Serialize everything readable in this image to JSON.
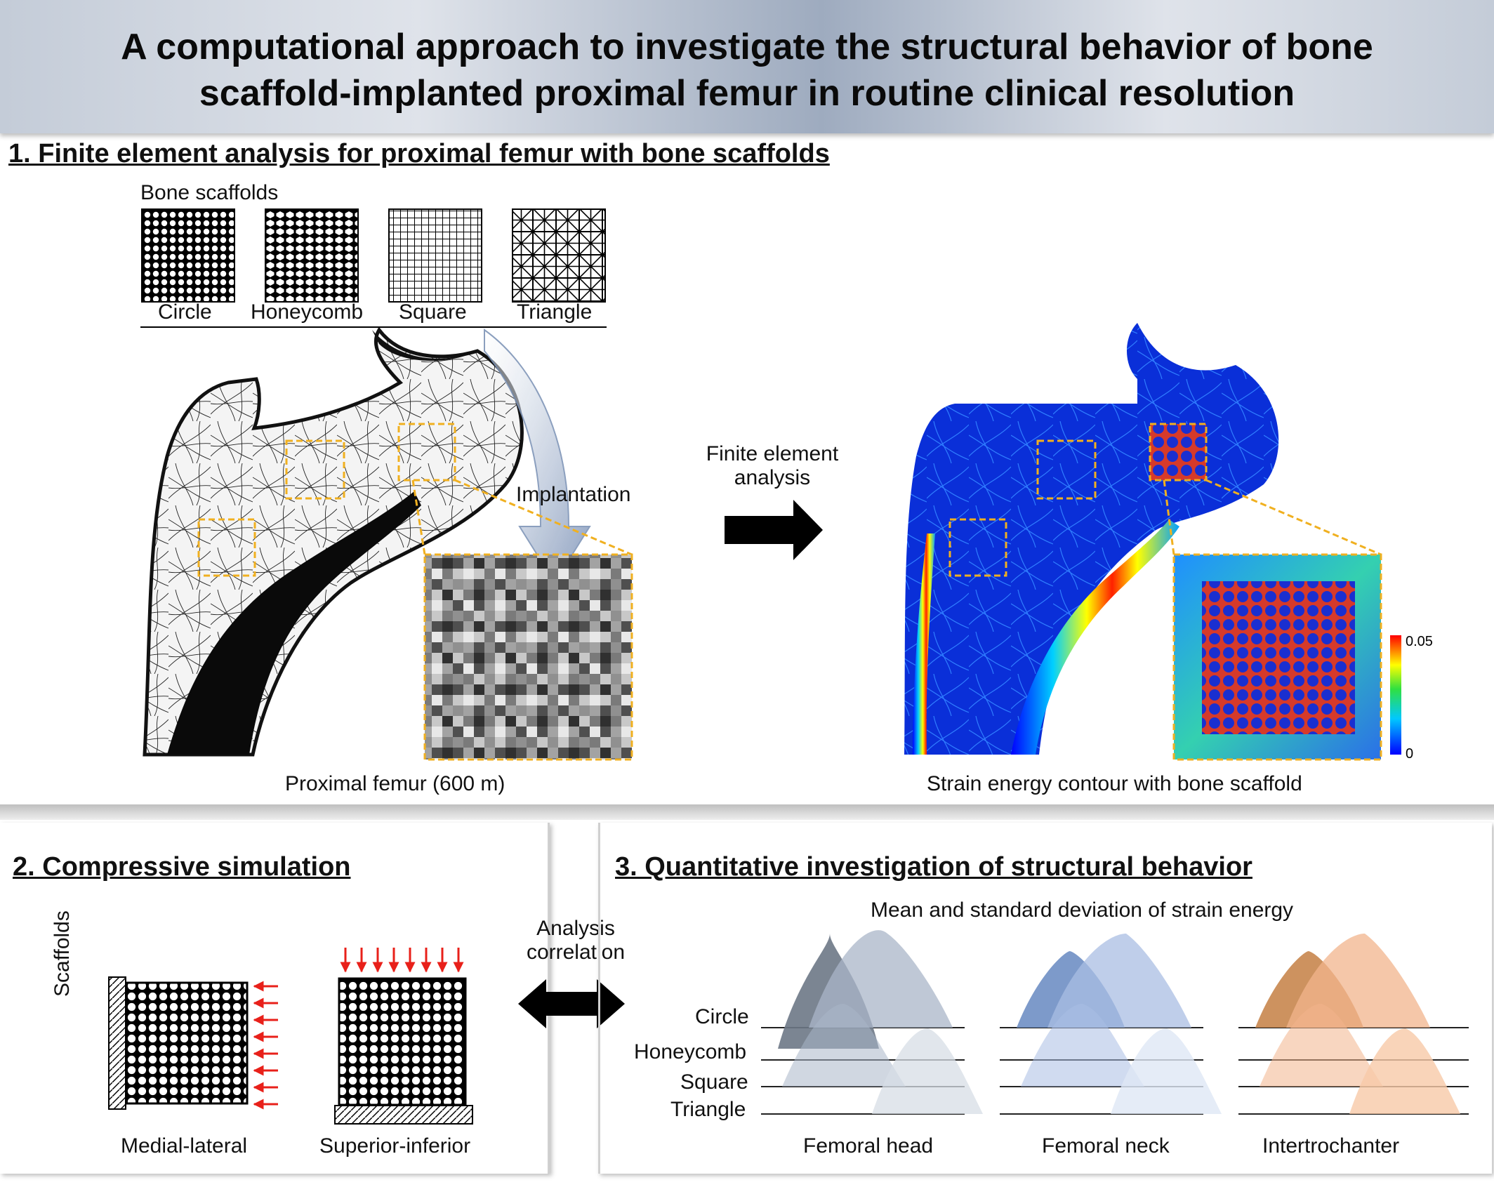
{
  "title": {
    "line1": "A computational approach to investigate the structural behavior of bone",
    "line2": "scaffold-implanted proximal femur in routine clinical resolution"
  },
  "section1": {
    "heading": "1. Finite element analysis for proximal femur with bone scaffolds",
    "scaffolds_title": "Bone scaffolds",
    "scaffold_types": [
      "Circle",
      "Honeycomb",
      "Square",
      "Triangle"
    ],
    "implantation_label": "Implantation",
    "fea_label_line1": "Finite element",
    "fea_label_line2": "analysis",
    "femur_caption": "Proximal femur (600 m)",
    "contour_caption": "Strain energy contour with bone scaffold",
    "colorbar_max": "0.05",
    "colorbar_min": "0"
  },
  "section2": {
    "heading": "2. Compressive simulation",
    "axis_label": "Scaffolds",
    "load_cases": [
      "Medial-lateral",
      "Superior-inferior"
    ]
  },
  "correlation": {
    "line1": "Analysis",
    "line2": "correlation"
  },
  "section3": {
    "heading": "3. Quantitative investigation of structural behavior",
    "subtitle": "Mean and standard deviation of strain energy",
    "rows": [
      "Circle",
      "Honeycomb",
      "Square",
      "Triangle"
    ],
    "regions": [
      "Femoral head",
      "Femoral neck",
      "Intertrochanter"
    ]
  },
  "colors": {
    "accent_orange": "#f0b020",
    "load_arrow_red": "#e8201a",
    "femoral_head_dark": "#6d7886",
    "femoral_head_light": "#a9b6c8",
    "femoral_neck_dark": "#6f8fc4",
    "femoral_neck_light": "#aabde3",
    "intertrochanter_dark": "#c8864e",
    "intertrochanter_light": "#f2b48c",
    "contour_blue": "#0a2fd8"
  }
}
